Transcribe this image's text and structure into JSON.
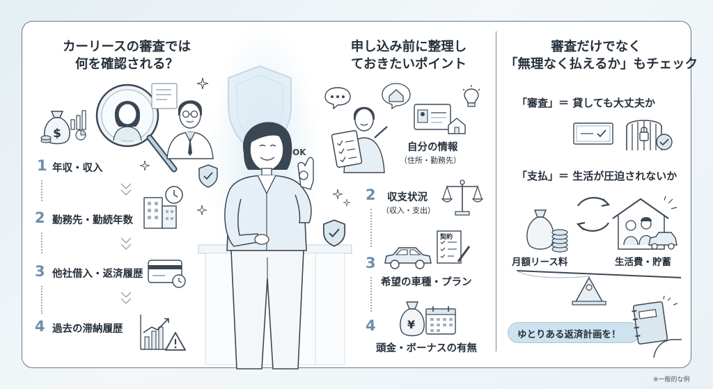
{
  "left": {
    "title_line1": "カーリースの審査では",
    "title_line2": "何を確認される？",
    "items": [
      {
        "num": "1",
        "label": "年収・収入"
      },
      {
        "num": "2",
        "label": "勤務先・勤続年数"
      },
      {
        "num": "3",
        "label": "他社借入・返済履歴"
      },
      {
        "num": "4",
        "label": "過去の滞納履歴"
      }
    ]
  },
  "middle": {
    "title_line1": "申し込み前に整理し",
    "title_line2": "ておきたいポイント",
    "item1": {
      "label": "自分の情報",
      "sub": "（住所・勤務先）"
    },
    "item2": {
      "num": "2",
      "label": "収支状況",
      "sub": "（収入・支出）"
    },
    "item3": {
      "num": "3",
      "label": "希望の車種・プラン"
    },
    "item4": {
      "num": "4",
      "label": "頭金・ボーナスの有無"
    },
    "contract_label": "契約",
    "yen_symbol": "¥",
    "ok_text": "OK"
  },
  "right": {
    "title_line1": "審査だけでなく",
    "title_line2": "「無理なく払えるか」もチェック",
    "row1": "「審査」＝ 貸しても大丈夫か",
    "row2": "「支払」＝ 生活が圧迫されないか",
    "left_label": "月額リース料",
    "right_label": "生活費・貯蓄",
    "pill": "ゆとりある返済計画を！"
  },
  "footnote": "※一般的な例",
  "colors": {
    "accent_blue": "#6f8daa",
    "light_blue": "#cde3ef",
    "outline": "#3b4653",
    "border": "#6b7684"
  },
  "icons": [
    "money-bag-icon",
    "magnifier-icon",
    "person-icon",
    "building-icon",
    "clock-icon",
    "credit-card-icon",
    "chart-up-icon",
    "warning-icon",
    "shield-check-icon",
    "clipboard-icon",
    "id-card-icon",
    "house-icon",
    "lightbulb-icon",
    "scale-icon",
    "car-icon",
    "contract-icon",
    "yen-bag-icon",
    "calendar-icon",
    "gate-lock-icon",
    "cycle-arrows-icon",
    "family-house-icon",
    "seesaw-icon",
    "notebook-icon",
    "sparkle-icon"
  ]
}
